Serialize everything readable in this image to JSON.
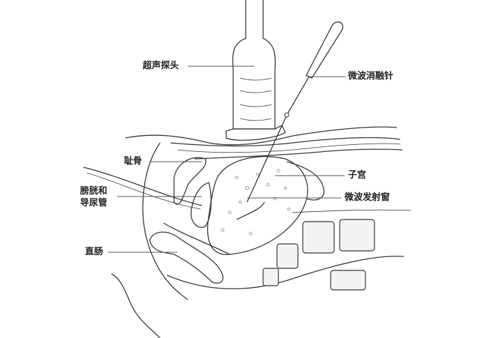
{
  "labels": {
    "probe": "超声探头",
    "needle": "微波消融针",
    "pubis": "耻骨",
    "uterus": "子宫",
    "bladder_line1": "膀胱和",
    "bladder_line2": "导尿管",
    "emission_window": "微波发射窗",
    "rectum": "直肠"
  }
}
